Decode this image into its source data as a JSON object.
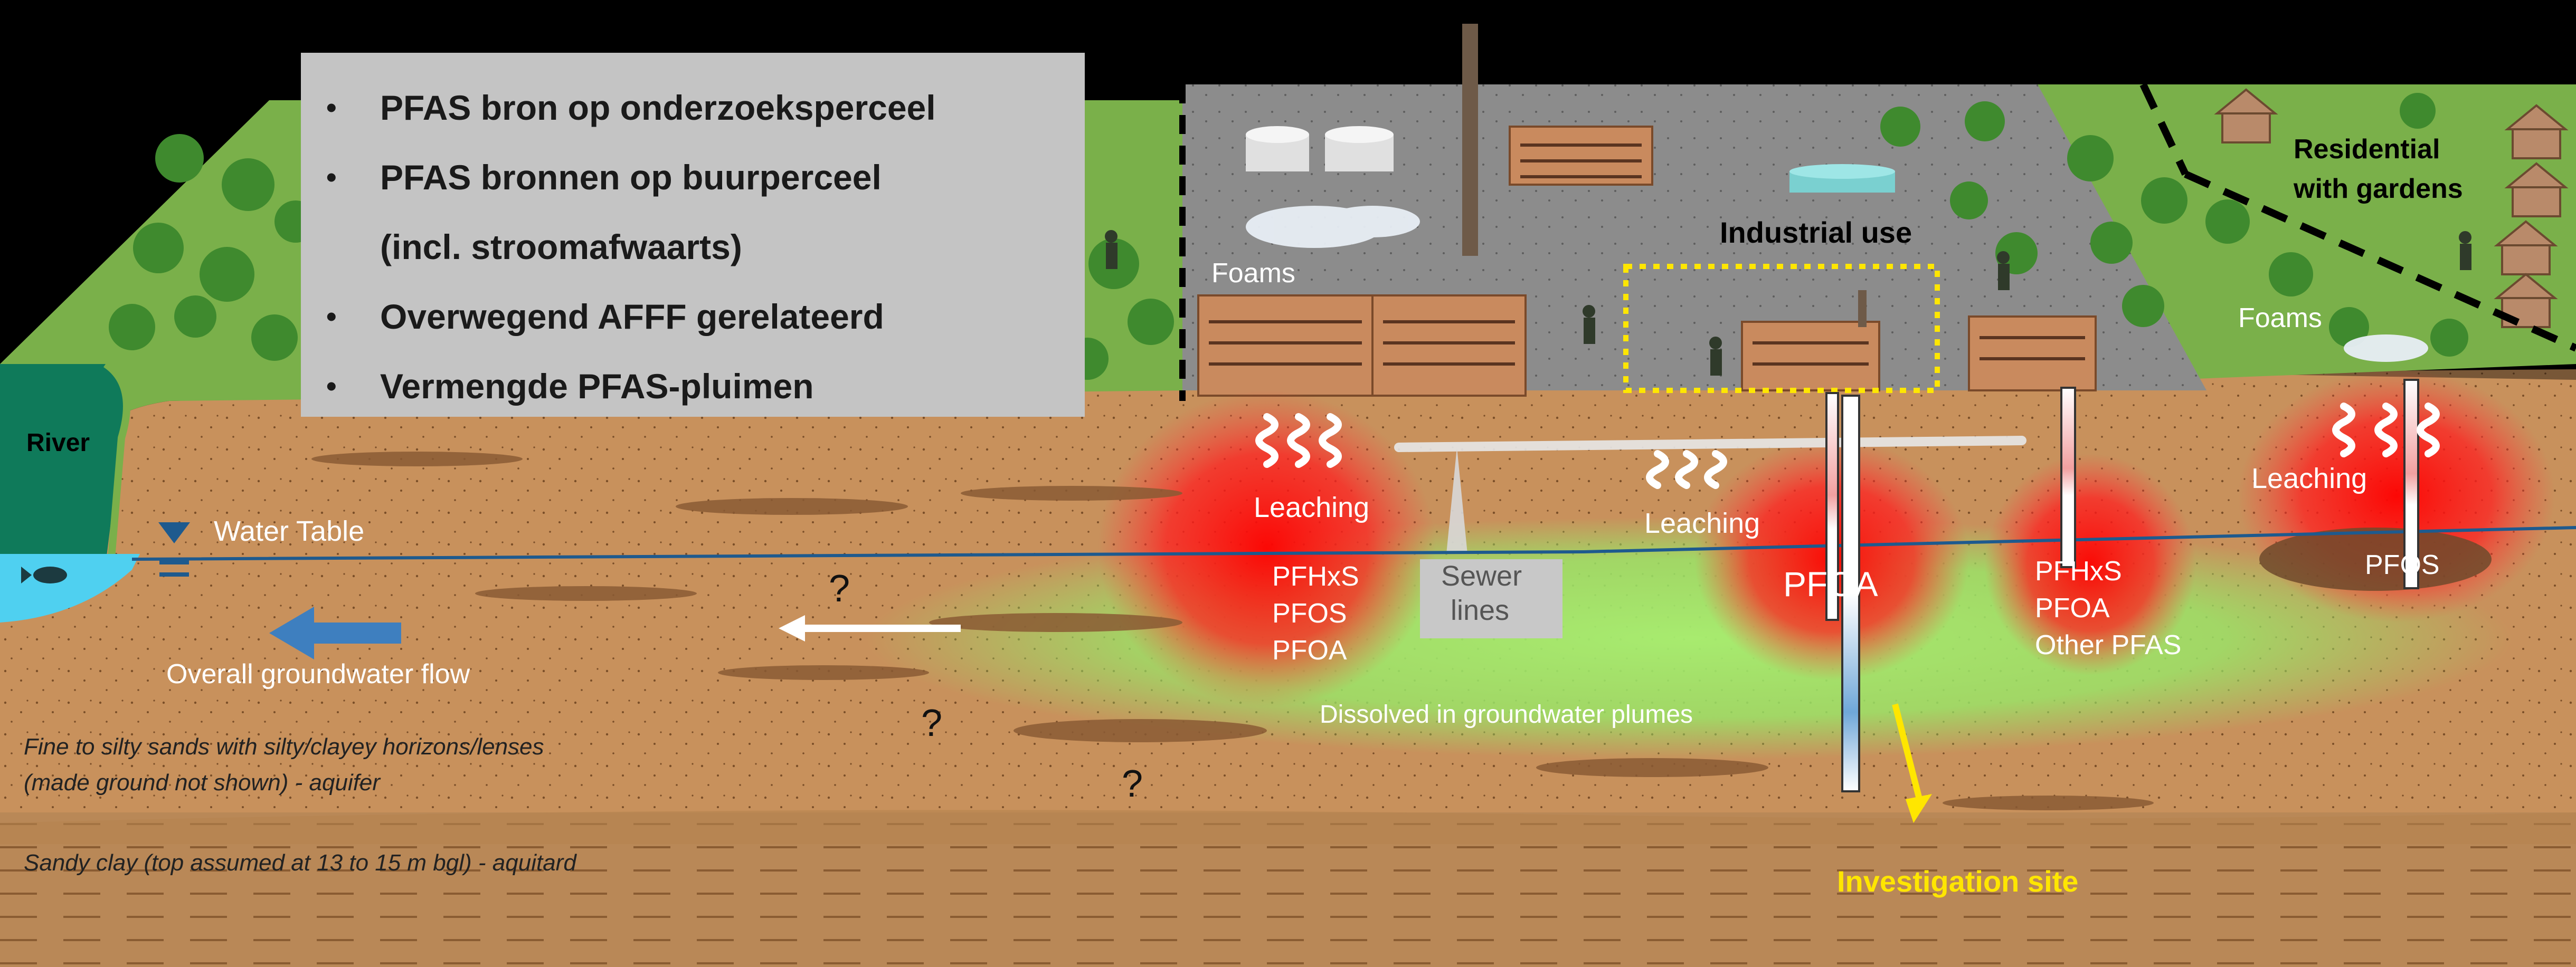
{
  "bullets": [
    {
      "text": "PFAS bron op onderzoeksperceel",
      "bullet": true
    },
    {
      "text": "PFAS bronnen op buurperceel",
      "bullet": true
    },
    {
      "text": "(incl. stroomafwaarts)",
      "bullet": false
    },
    {
      "text": "Overwegend AFFF gerelateerd",
      "bullet": true
    },
    {
      "text": "Vermengde PFAS-pluimen",
      "bullet": true
    }
  ],
  "labels": {
    "river": "River",
    "water_table": "Water Table",
    "overall_flow": "Overall groundwater flow",
    "aquifer_line1": "Fine to silty sands with silty/clayey horizons/lenses",
    "aquifer_line2": "(made ground not shown) - aquifer",
    "aquitard": "Sandy clay (top assumed at 13 to 15 m bgl) - aquitard",
    "foams_left": "Foams",
    "foams_right": "Foams",
    "industrial_use": "Industrial use",
    "residential_line1": "Residential",
    "residential_line2": "with gardens",
    "leaching_left": "Leaching",
    "leaching_mid": "Leaching",
    "leaching_right": "Leaching",
    "sewer_line1": "Sewer",
    "sewer_line2": "lines",
    "plume_left": [
      "PFHxS",
      "PFOS",
      "PFOA"
    ],
    "plume_center": "PFOA",
    "plume_mid": [
      "PFHxS",
      "PFOA",
      "Other PFAS"
    ],
    "plume_right": "PFOS",
    "dissolved": "Dissolved in groundwater plumes",
    "investigation_site": "Investigation site",
    "question_mark": "?"
  },
  "colors": {
    "highlight_yellow": "#ffe600",
    "flow_arrow": "#3e7fbf",
    "plume_red": "#ff1a1a",
    "plume_green": "#9ee86a",
    "river": "#117a5e",
    "water": "#4fd0f0"
  }
}
